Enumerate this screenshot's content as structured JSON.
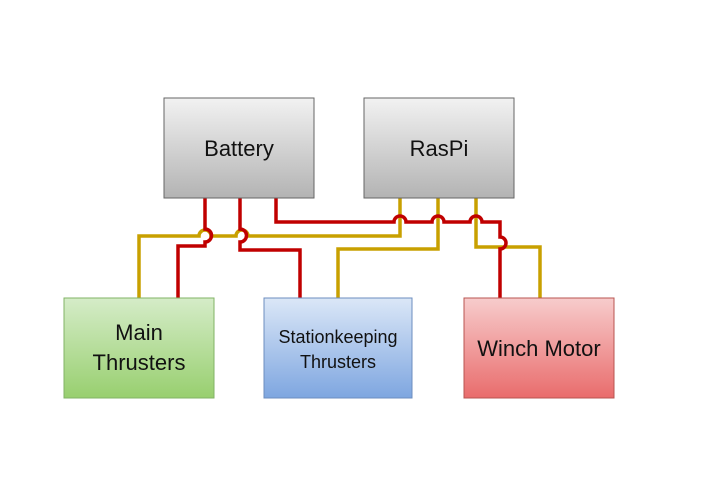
{
  "nodes": {
    "battery": {
      "label": "Battery"
    },
    "raspi": {
      "label": "RasPi"
    },
    "main_thrusters": {
      "label_lines": [
        "Main",
        "Thrusters"
      ]
    },
    "stationkeeping_thrusters": {
      "label_lines": [
        "Stationkeeping",
        "Thrusters"
      ]
    },
    "winch_motor": {
      "label": "Winch Motor"
    }
  },
  "colors": {
    "power_wire": "#c00000",
    "signal_wire": "#c8a000",
    "grey_fill_top": "#f2f2f2",
    "grey_fill_bottom": "#b3b3b3",
    "green_fill_top": "#d5ecc8",
    "green_fill_bottom": "#98cf6f",
    "blue_fill_top": "#dbe7f7",
    "blue_fill_bottom": "#7ea6e0",
    "red_fill_top": "#f7cccc",
    "red_fill_bottom": "#e96c6c",
    "border": "#666666"
  }
}
